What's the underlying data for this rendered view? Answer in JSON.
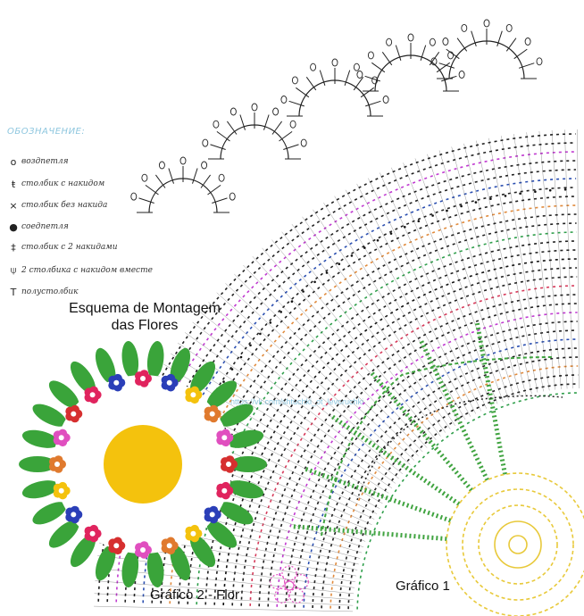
{
  "legend": {
    "title": "ОБОЗНАЧЕНИЕ:",
    "items": [
      {
        "symbol": "o",
        "label": "воздпетля"
      },
      {
        "symbol": "ŧ",
        "label": "столбик с накидом"
      },
      {
        "symbol": "×",
        "label": "столбик без накида"
      },
      {
        "symbol": "●",
        "label": "соедпетля"
      },
      {
        "symbol": "‡",
        "label": "столбик с 2 накидами"
      },
      {
        "symbol": "⍦",
        "label": "2 столбика с накидом вместе"
      },
      {
        "symbol": "T",
        "label": "полустолбик"
      }
    ]
  },
  "diagram_title": {
    "line1": "Esquema de Montagem",
    "line2": "das Flores"
  },
  "source_url": "https://vk.com/shtuchki_ot_levoruchki",
  "captions": {
    "flower_chart": "Gráfico 2 - Flor",
    "main_chart": "Gráfico 1"
  },
  "colors": {
    "leaf": "#3aa43a",
    "center": "#f4c20d",
    "flower_palette": [
      "#e0245e",
      "#2b3fb8",
      "#f4c20d",
      "#e07a2e",
      "#e04fbf",
      "#d62f2f"
    ],
    "row_colors": [
      "#2e9e4a",
      "#e08a3c",
      "#2b4fb0",
      "#c03ad0",
      "#d63a5a",
      "#111111"
    ],
    "yellow_chart": "#e8c93a",
    "green_chart": "#3fa33f",
    "url_color": "#8fc7df"
  }
}
